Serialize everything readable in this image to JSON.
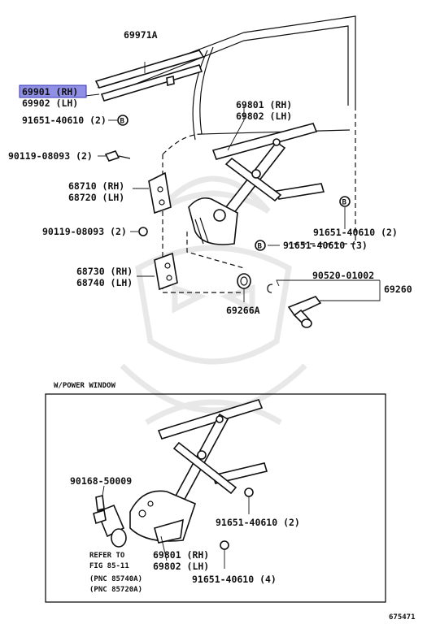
{
  "labels": {
    "p69971A": "69971A",
    "p69901": "69901 (RH)",
    "p69902": "69902 (LH)",
    "p91651_top": "91651-40610 (2)",
    "p90119_a": "90119-08093 (2)",
    "p68710": "68710 (RH)",
    "p68720": "68720 (LH)",
    "p90119_b": "90119-08093 (2)",
    "p68730": "68730 (RH)",
    "p68740": "68740 (LH)",
    "p69801": "69801 (RH)",
    "p69802": "69802 (LH)",
    "p91651_right": "91651-40610 (2)",
    "p91651_mid": "91651-40610 (3)",
    "p90520": "90520-01002",
    "p69260": "69260",
    "p69266A": "69266A",
    "section_title": "W/POWER WINDOW",
    "p90168": "90168-50009",
    "p91651_inset2": "91651-40610 (2)",
    "refer1": "REFER TO",
    "refer2": "FIG 85-11",
    "refer3": "(PNC 85740A)",
    "refer4": "(PNC 85720A)",
    "p69801_inset": "69801 (RH)",
    "p69802_inset": "69802 (LH)",
    "p91651_inset4": "91651-40610 (4)",
    "figure_number": "675471",
    "bolt_symbol": "B"
  },
  "colors": {
    "highlight": "#8f8fe6",
    "ink": "#111111"
  },
  "selected_part": "69901 (RH)"
}
